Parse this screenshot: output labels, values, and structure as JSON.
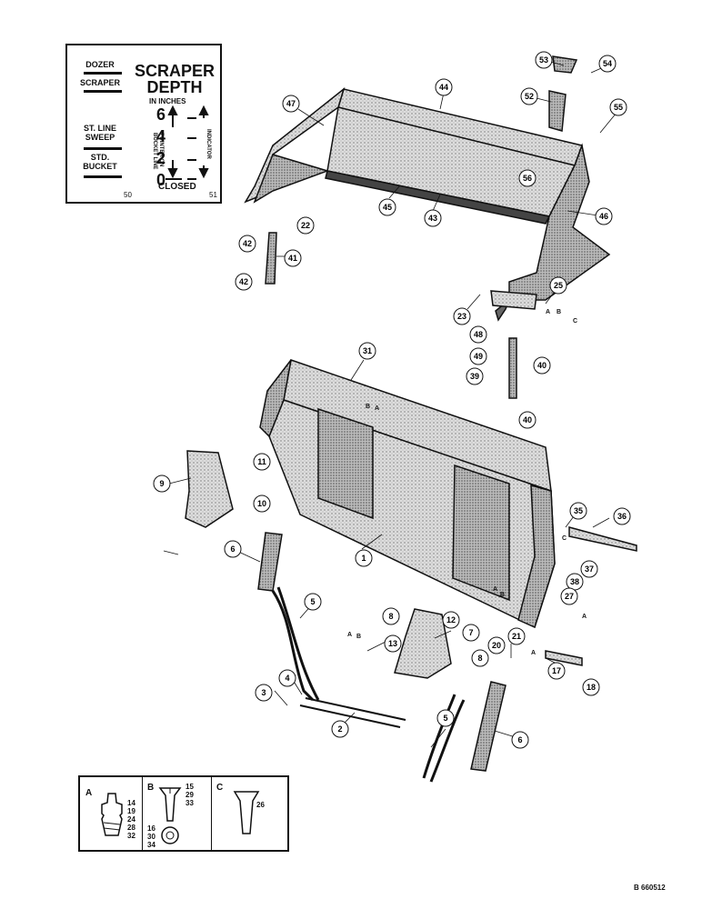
{
  "gauge": {
    "bucket_modes": [
      "DOZER",
      "SCRAPER",
      "ST. LINE SWEEP",
      "STD. BUCKET"
    ],
    "title_line1": "SCRAPER",
    "title_line2": "DEPTH",
    "units": "IN INCHES",
    "depth_marks": [
      "6",
      "4",
      "2",
      "0"
    ],
    "pointer_label": "POINTER ON BUCKET LINE",
    "indicator_label": "INDICATOR",
    "closed_label": "CLOSED",
    "ref_left": "50",
    "ref_right": "51"
  },
  "callouts": [
    {
      "id": "c53",
      "label": "53"
    },
    {
      "id": "c54",
      "label": "54"
    },
    {
      "id": "c52",
      "label": "52"
    },
    {
      "id": "c55",
      "label": "55"
    },
    {
      "id": "c44",
      "label": "44"
    },
    {
      "id": "c47",
      "label": "47"
    },
    {
      "id": "c56",
      "label": "56"
    },
    {
      "id": "c22",
      "label": "22"
    },
    {
      "id": "c45",
      "label": "45"
    },
    {
      "id": "c43",
      "label": "43"
    },
    {
      "id": "c46",
      "label": "46"
    },
    {
      "id": "c42a",
      "label": "42"
    },
    {
      "id": "c41",
      "label": "41"
    },
    {
      "id": "c42b",
      "label": "42"
    },
    {
      "id": "c25",
      "label": "25"
    },
    {
      "id": "c23",
      "label": "23"
    },
    {
      "id": "c48",
      "label": "48"
    },
    {
      "id": "c49",
      "label": "49"
    },
    {
      "id": "c40a",
      "label": "40"
    },
    {
      "id": "c31",
      "label": "31"
    },
    {
      "id": "c39",
      "label": "39"
    },
    {
      "id": "c40b",
      "label": "40"
    },
    {
      "id": "c11",
      "label": "11"
    },
    {
      "id": "c9",
      "label": "9"
    },
    {
      "id": "c10",
      "label": "10"
    },
    {
      "id": "c35",
      "label": "35"
    },
    {
      "id": "c36",
      "label": "36"
    },
    {
      "id": "c6a",
      "label": "6"
    },
    {
      "id": "c1",
      "label": "1"
    },
    {
      "id": "c38",
      "label": "38"
    },
    {
      "id": "c37",
      "label": "37"
    },
    {
      "id": "c27",
      "label": "27"
    },
    {
      "id": "c5a",
      "label": "5"
    },
    {
      "id": "c8a",
      "label": "8"
    },
    {
      "id": "c12",
      "label": "12"
    },
    {
      "id": "c7",
      "label": "7"
    },
    {
      "id": "c13",
      "label": "13"
    },
    {
      "id": "c21",
      "label": "21"
    },
    {
      "id": "c20",
      "label": "20"
    },
    {
      "id": "c8b",
      "label": "8"
    },
    {
      "id": "c17",
      "label": "17"
    },
    {
      "id": "c4",
      "label": "4"
    },
    {
      "id": "c3",
      "label": "3"
    },
    {
      "id": "c18",
      "label": "18"
    },
    {
      "id": "c2",
      "label": "2"
    },
    {
      "id": "c5b",
      "label": "5"
    },
    {
      "id": "c6b",
      "label": "6"
    }
  ],
  "letter_marks": [
    "A",
    "B",
    "C",
    "A",
    "B",
    "A",
    "B",
    "A",
    "C",
    "A",
    "A",
    "B"
  ],
  "legend": {
    "A": {
      "letter": "A",
      "numbers": [
        "14",
        "19",
        "24",
        "28",
        "32"
      ]
    },
    "B": {
      "letter": "B",
      "numbers_top": [
        "15",
        "29",
        "33"
      ],
      "numbers_bottom": [
        "16",
        "30",
        "34"
      ]
    },
    "C": {
      "letter": "C",
      "numbers": [
        "26"
      ]
    }
  },
  "figure_number": "B 660512"
}
